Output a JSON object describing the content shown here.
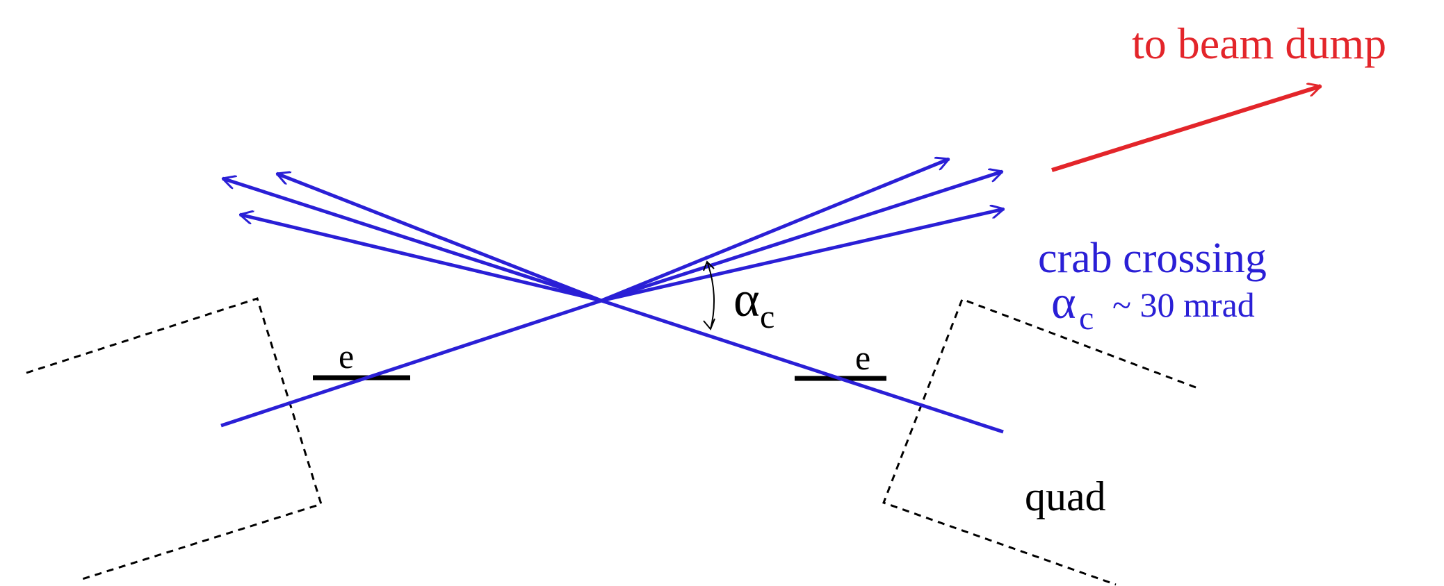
{
  "labels": {
    "beam_dump": "to beam dump",
    "crab_crossing": "crab crossing",
    "crossing_value": "~ 30 mrad",
    "alpha": "α",
    "subscript_c": "c",
    "electron": "e",
    "quad": "quad"
  },
  "colors": {
    "beam": "#2a1fd6",
    "dump": "#e3252a",
    "outline": "#000000",
    "text": "#000000"
  }
}
